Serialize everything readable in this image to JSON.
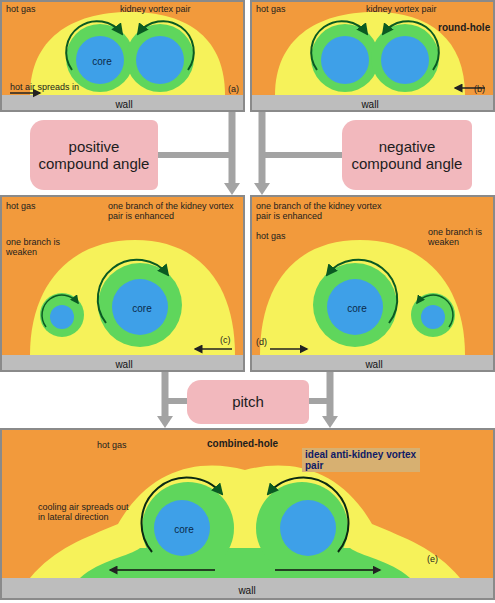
{
  "diagram": {
    "nodes": [
      {
        "text": [
          "hot gas",
          "kidney vortex pair",
          "core",
          "hot air spreads in",
          "wall",
          "(a)"
        ]
      },
      {
        "text": [
          "hot gas",
          "kidney vortex pair",
          "round-hole",
          "wall",
          "(b)"
        ]
      },
      {
        "text": [
          "positive compound angle"
        ]
      },
      {
        "text": [
          "negative compound angle"
        ]
      },
      {
        "text": [
          "hot gas",
          "one branch of the kidney vortex pair is enhanced",
          "one branch is weaken",
          "core",
          "wall",
          "(c)"
        ]
      },
      {
        "text": [
          "one branch of the kidney vortex pair is enhanced",
          "hot gas",
          "one branch is weaken",
          "core",
          "wall",
          "(d)"
        ]
      },
      {
        "text": [
          "pitch"
        ]
      },
      {
        "text": [
          "hot gas",
          "combined-hole",
          "cooling air spreads out in lateral direction",
          "ideal anti-kidney vortex pair",
          "core",
          "wall",
          "(e)"
        ]
      }
    ],
    "edges": [
      {
        "from": 0,
        "to": 4,
        "arrow": "to"
      },
      {
        "from": 1,
        "to": 5,
        "arrow": "to"
      },
      {
        "from": 4,
        "to": 7,
        "arrow": "to"
      },
      {
        "from": 5,
        "to": 7,
        "arrow": "to"
      }
    ]
  }
}
